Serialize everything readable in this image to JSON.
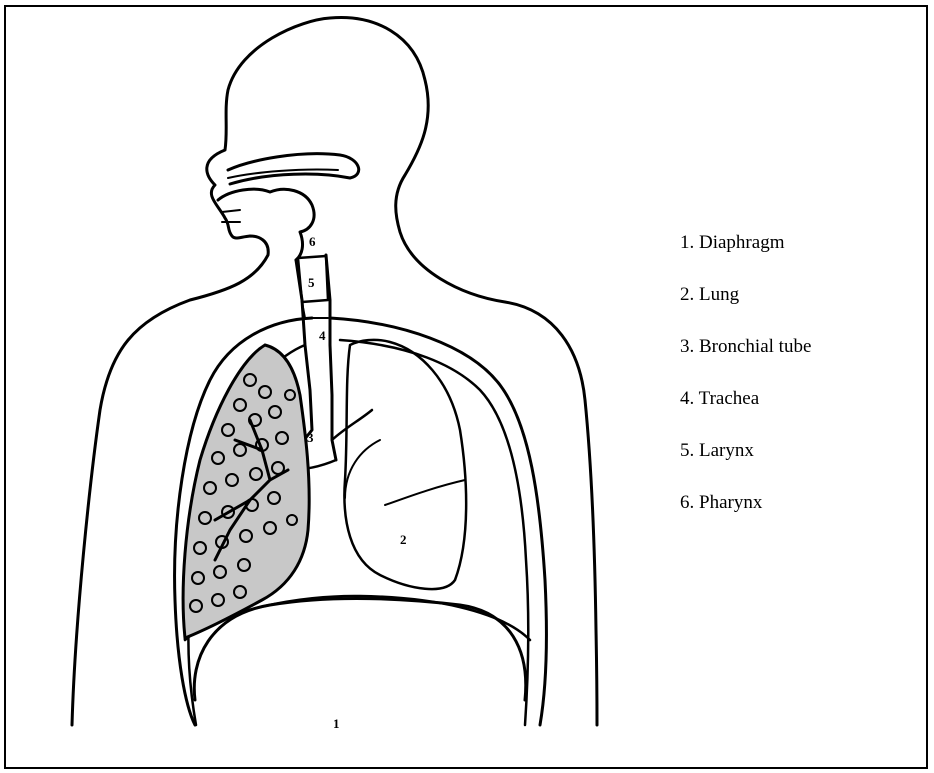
{
  "diagram": {
    "callouts": [
      "1",
      "2",
      "3",
      "4",
      "5",
      "6"
    ],
    "legend": [
      "1. Diaphragm",
      "2. Lung",
      "3. Bronchial tube",
      "4. Trachea",
      "5. Larynx",
      "6. Pharynx"
    ],
    "colors": {
      "line": "#000000",
      "lung_shading": "#c8c8c8",
      "background": "#ffffff"
    }
  }
}
